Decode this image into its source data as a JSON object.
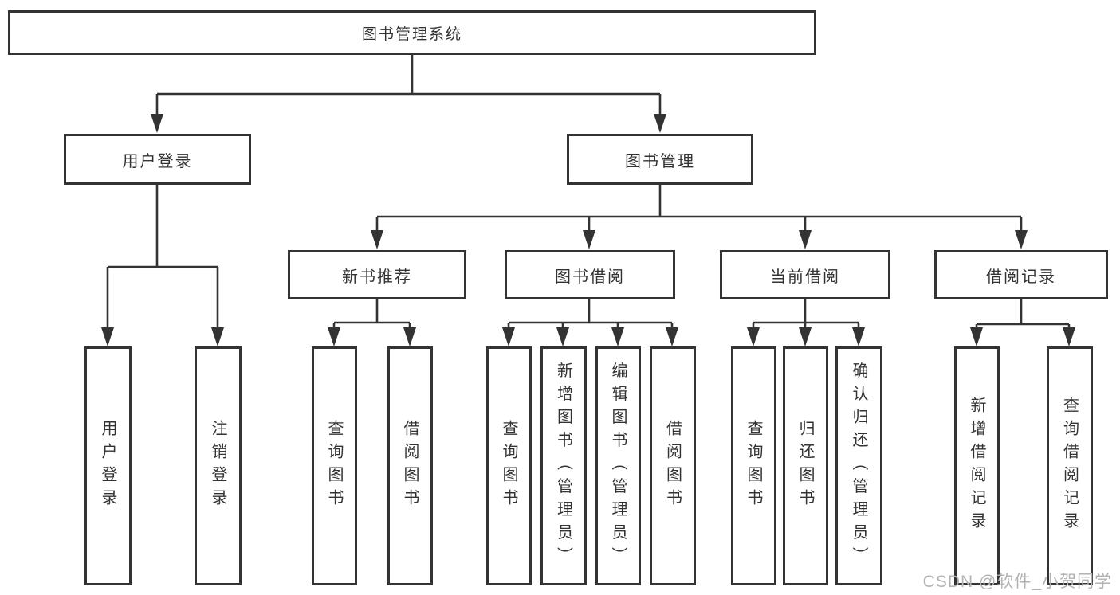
{
  "tree": {
    "label": "图书管理系统",
    "children": [
      {
        "label": "用户登录",
        "children": [
          {
            "label": "用户登录"
          },
          {
            "label": "注销登录"
          }
        ]
      },
      {
        "label": "图书管理",
        "children": [
          {
            "label": "新书推荐",
            "children": [
              {
                "label": "查询图书"
              },
              {
                "label": "借阅图书"
              }
            ]
          },
          {
            "label": "图书借阅",
            "children": [
              {
                "label": "查询图书"
              },
              {
                "label": "新增图书（管理员）"
              },
              {
                "label": "编辑图书（管理员）"
              },
              {
                "label": "借阅图书"
              }
            ]
          },
          {
            "label": "当前借阅",
            "children": [
              {
                "label": "查询图书"
              },
              {
                "label": "归还图书"
              },
              {
                "label": "确认归还（管理员）"
              }
            ]
          },
          {
            "label": "借阅记录",
            "children": [
              {
                "label": "新增借阅记录"
              },
              {
                "label": "查询借阅记录"
              }
            ]
          }
        ]
      }
    ]
  },
  "watermark": {
    "text": "CSDN @软件_小贺同学"
  },
  "colors": {
    "line": "#333333",
    "box_border": "#333333",
    "box_fill": "#ffffff",
    "text": "#333333",
    "watermark": "#b3b3b3",
    "background": "#ffffff"
  }
}
